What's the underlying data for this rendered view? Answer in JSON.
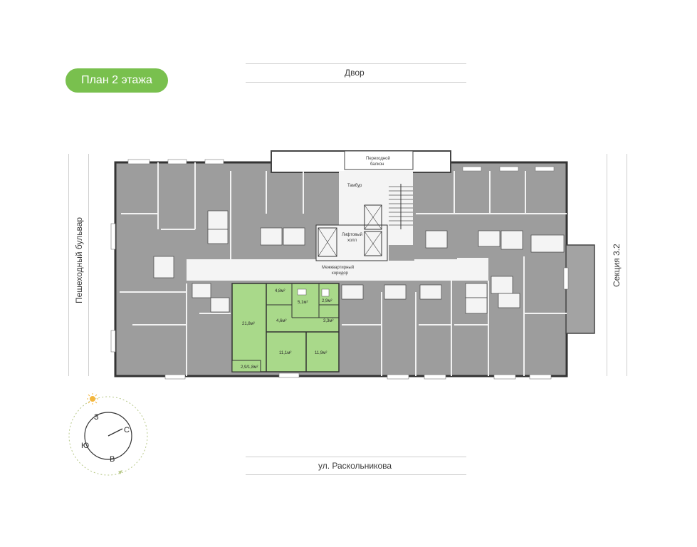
{
  "header": {
    "badge": "План 2 этажа",
    "badge_color": "#79c04e"
  },
  "surroundings": {
    "top": "Двор",
    "bottom": "ул. Раскольникова",
    "left": "Пешеходный бульвар",
    "right": "Секция 3.2"
  },
  "core_labels": {
    "transit_balcony": [
      "Переходной",
      "балкон"
    ],
    "vestibule": "Тамбур",
    "elevator_hall": [
      "Лифтовый",
      "холл"
    ],
    "corridor": [
      "Межквартирный",
      "коридор"
    ]
  },
  "highlighted_apartment": {
    "color": "#a9d98a",
    "rooms": [
      "21,8м²",
      "4,8м²",
      "5,1м²",
      "2,9м²",
      "4,6м²",
      "3,3м²",
      "11,1м²",
      "11,9м²",
      "2,9/1,8м²"
    ]
  },
  "compass": {
    "letters": {
      "north": "С",
      "south": "Ю",
      "west": "З",
      "east": "В"
    },
    "sun_icon": "sun-icon"
  }
}
